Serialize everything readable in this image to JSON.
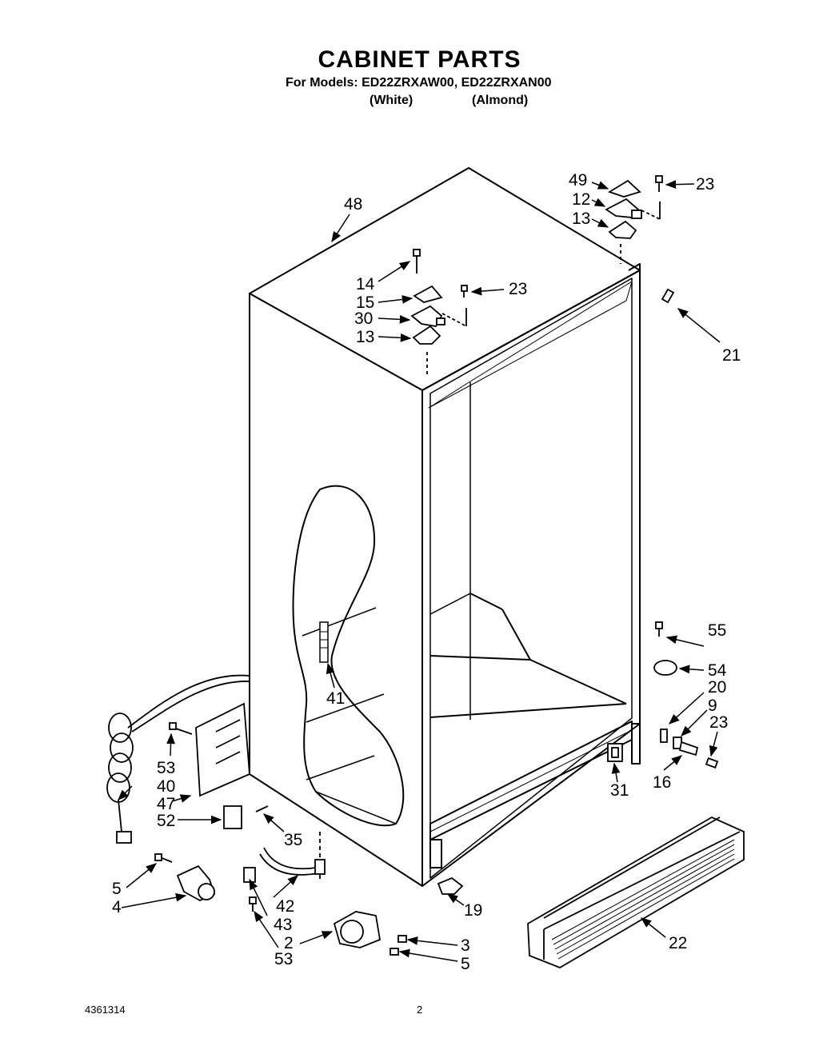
{
  "header": {
    "title": "CABINET PARTS",
    "models_line": "For Models: ED22ZRXAW00, ED22ZRXAN00",
    "color_white": "(White)",
    "color_almond": "(Almond)"
  },
  "footer": {
    "doc_number": "4361314",
    "page_number": "2"
  },
  "callouts": [
    {
      "id": "48",
      "label": "48"
    },
    {
      "id": "49",
      "label": "49"
    },
    {
      "id": "12",
      "label": "12"
    },
    {
      "id": "13a",
      "label": "13"
    },
    {
      "id": "23a",
      "label": "23"
    },
    {
      "id": "21",
      "label": "21"
    },
    {
      "id": "14",
      "label": "14"
    },
    {
      "id": "15",
      "label": "15"
    },
    {
      "id": "30",
      "label": "30"
    },
    {
      "id": "13b",
      "label": "13"
    },
    {
      "id": "23b",
      "label": "23"
    },
    {
      "id": "55",
      "label": "55"
    },
    {
      "id": "54",
      "label": "54"
    },
    {
      "id": "20",
      "label": "20"
    },
    {
      "id": "9",
      "label": "9"
    },
    {
      "id": "23c",
      "label": "23"
    },
    {
      "id": "16",
      "label": "16"
    },
    {
      "id": "31",
      "label": "31"
    },
    {
      "id": "41",
      "label": "41"
    },
    {
      "id": "53a",
      "label": "53"
    },
    {
      "id": "40",
      "label": "40"
    },
    {
      "id": "47",
      "label": "47"
    },
    {
      "id": "52",
      "label": "52"
    },
    {
      "id": "35",
      "label": "35"
    },
    {
      "id": "5a",
      "label": "5"
    },
    {
      "id": "4",
      "label": "4"
    },
    {
      "id": "42",
      "label": "42"
    },
    {
      "id": "43",
      "label": "43"
    },
    {
      "id": "53b",
      "label": "53"
    },
    {
      "id": "2",
      "label": "2"
    },
    {
      "id": "3",
      "label": "3"
    },
    {
      "id": "5b",
      "label": "5"
    },
    {
      "id": "19",
      "label": "19"
    },
    {
      "id": "22",
      "label": "22"
    }
  ]
}
